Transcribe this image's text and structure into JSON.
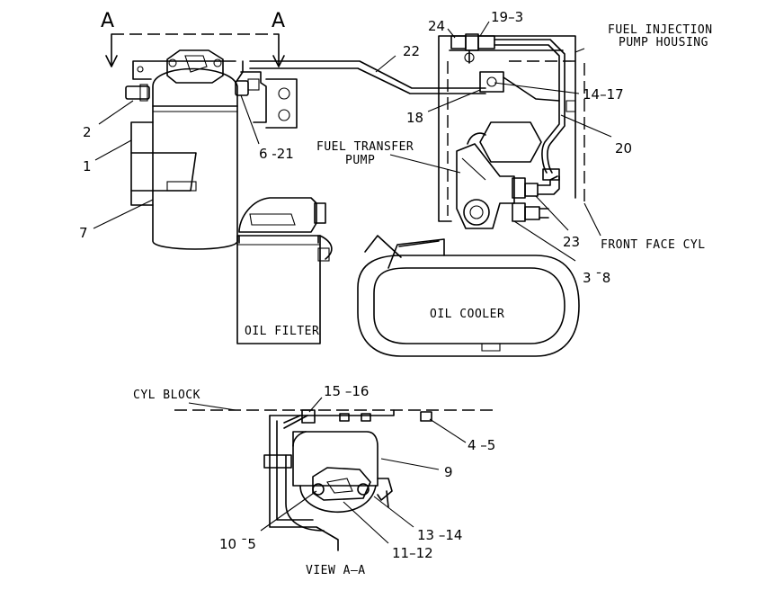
{
  "section_markers": {
    "left": "A",
    "right": "A"
  },
  "callouts": {
    "c1": "1",
    "c2": "2",
    "c6_21": "6 -21",
    "c7": "7",
    "c22": "22",
    "c24": "24",
    "c19_3": "19–3",
    "c14_17": "14–17",
    "c18": "18",
    "c20": "20",
    "c23": "23",
    "c3_8": "3 ˉ8",
    "c15_16": "15 –16",
    "c4_5": "4 –5",
    "c9": "9",
    "c13_14": "13 –14",
    "c10_5": "10 ˉ5",
    "c11_12": "11–12"
  },
  "labels": {
    "fuel_injection_1": "FUEL INJECTION",
    "fuel_injection_2": "PUMP HOUSING",
    "fuel_transfer_1": "FUEL TRANSFER",
    "fuel_transfer_2": "PUMP",
    "front_face": "FRONT FACE CYL",
    "oil_filter": "OIL FILTER",
    "oil_cooler": "OIL COOLER",
    "cyl_block": "CYL BLOCK",
    "view_aa": "VIEW A–A"
  }
}
